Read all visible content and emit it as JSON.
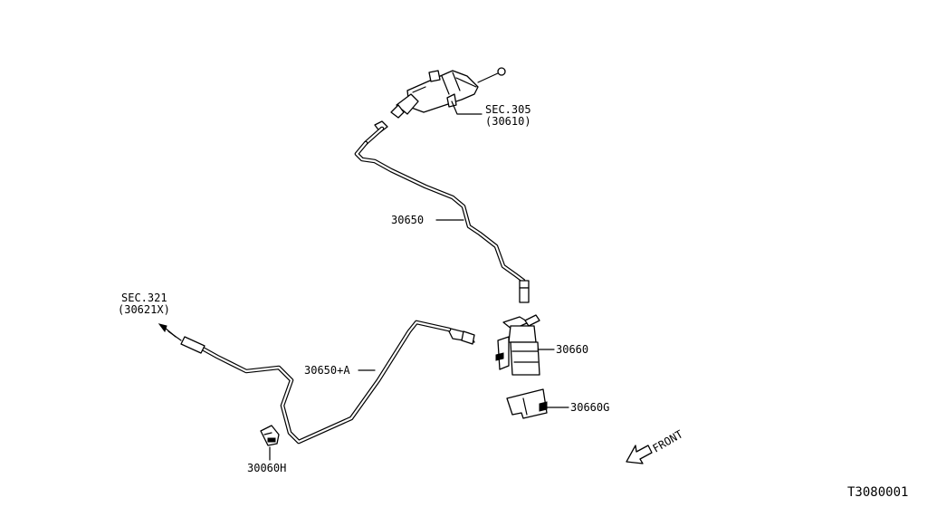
{
  "labels": {
    "sec305": "SEC.305",
    "sec305_sub": "(30610)",
    "p30650": "30650",
    "sec321": "SEC.321",
    "sec321_sub": "(30621X)",
    "p30650A": "30650+A",
    "p30660": "30660",
    "p30660G": "30660G",
    "p30060H": "30060H",
    "front": "FRONT",
    "drawing_id": "T3080001"
  }
}
